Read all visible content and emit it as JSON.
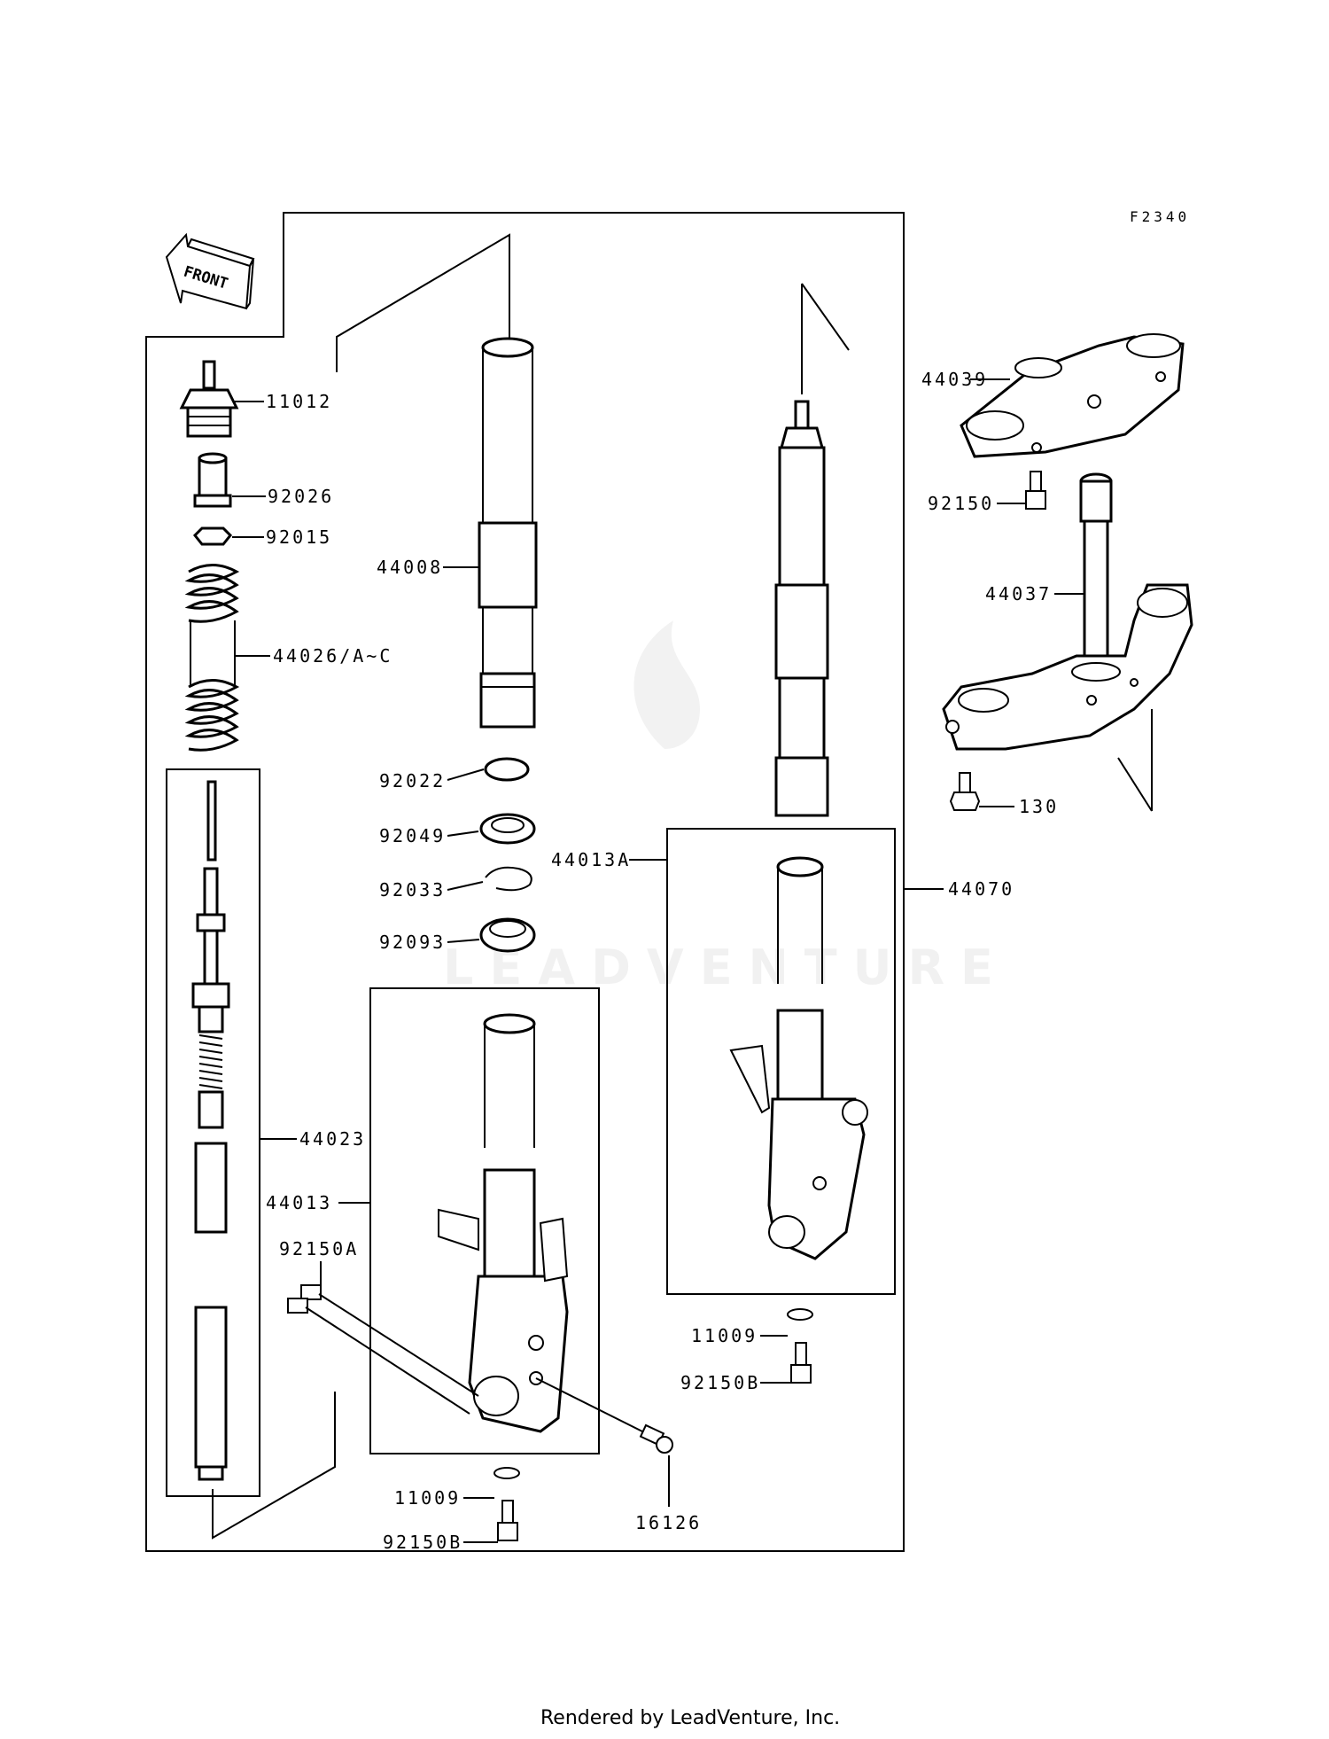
{
  "diagram_code": "F2340",
  "front_label": "FRONT",
  "watermark": "LEADVENTURE",
  "footer": "Rendered by LeadVenture, Inc.",
  "labels": {
    "p11012": "11012",
    "p92026": "92026",
    "p92015": "92015",
    "p44026": "44026/A~C",
    "p44023": "44023",
    "p44013": "44013",
    "p92150A": "92150A",
    "p44008": "44008",
    "p92022": "92022",
    "p92049": "92049",
    "p92033": "92033",
    "p92093": "92093",
    "p44013A": "44013A",
    "p44070": "44070",
    "p44039": "44039",
    "p92150": "92150",
    "p44037": "44037",
    "p130": "130",
    "p11009a": "11009",
    "p92150Ba": "92150B",
    "p11009b": "11009",
    "p92150Bb": "92150B",
    "p16126": "16126"
  }
}
